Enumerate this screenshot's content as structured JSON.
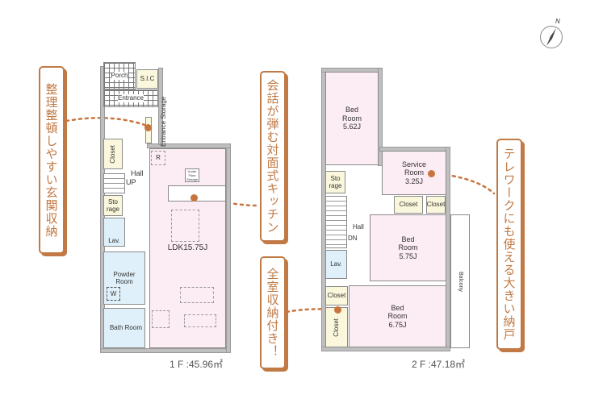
{
  "callouts": {
    "entrance_storage": "整理整頓しやすい玄関収納",
    "kitchen": "会話が弾む対面式キッチン",
    "all_rooms_storage": "全室収納付き！",
    "telework": "テレワークにも使える大きい納戸"
  },
  "floor1": {
    "porch": "Porch",
    "sic": "S.I.C",
    "entrance": "Entrance",
    "entrance_storage": "Entrance Storage",
    "closet": "Closet",
    "hall": "Hall",
    "up": "UP",
    "storage": "Sto rage",
    "lav": "Lav.",
    "powder_room": "Powder Room",
    "bath_room": "Bath Room",
    "ldk": "LDK15.75J",
    "under_floor": "Under Floor Storage",
    "refrigerator": "R",
    "washer": "W",
    "area": "1 F :45.96㎡"
  },
  "floor2": {
    "bed1": "Bed Room 5.62J",
    "service": "Service Room 3.25J",
    "closet_a": "Closet",
    "closet_b": "Closet",
    "storage": "Sto rage",
    "hall": "Hall",
    "dn": "DN",
    "bed2": "Bed Room 5.75J",
    "lav": "Lav.",
    "closet_c": "Closet",
    "closet_d": "Closet",
    "bed3": "Bed Room 6.75J",
    "balcony": "Balcony",
    "area": "2 F :47.18㎡"
  },
  "compass": {
    "label": "N"
  },
  "colors": {
    "accent": "#c17a45",
    "room_pink": "#fcecf3",
    "wet_blue": "#dff0fa",
    "storage_yellow": "#fbf7dc"
  }
}
